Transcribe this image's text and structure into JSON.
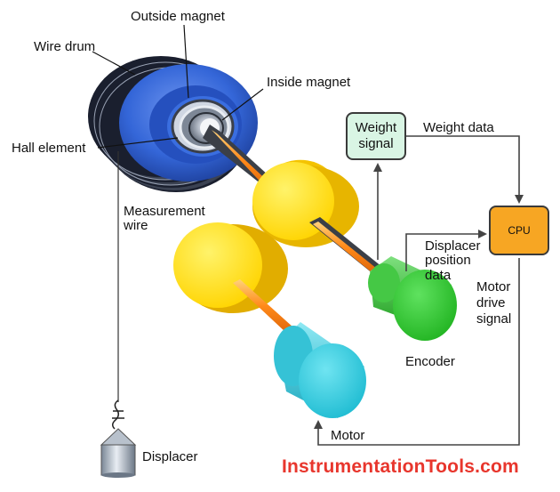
{
  "labels": {
    "outside_magnet": "Outside magnet",
    "wire_drum": "Wire drum",
    "inside_magnet": "Inside magnet",
    "hall_element": "Hall element",
    "measurement_wire_1": "Measurement",
    "measurement_wire_2": "wire",
    "weight_signal_1": "Weight",
    "weight_signal_2": "signal",
    "weight_data": "Weight data",
    "cpu": "CPU",
    "displacer_position_1": "Displacer",
    "displacer_position_2": "position",
    "displacer_position_3": "data",
    "motor_drive_1": "Motor",
    "motor_drive_2": "drive",
    "motor_drive_3": "signal",
    "encoder": "Encoder",
    "motor": "Motor",
    "displacer": "Displacer"
  },
  "watermark": "InstrumentationTools.com",
  "colors": {
    "drum": "#2f5fd0",
    "gear": "#ffd400",
    "shaft": "#ff8a1a",
    "encoder": "#3cc93c",
    "motor": "#25c8de",
    "cpu": "#f7a623",
    "weight_box": "#d9f5e4",
    "watermark": "#e8362d"
  }
}
